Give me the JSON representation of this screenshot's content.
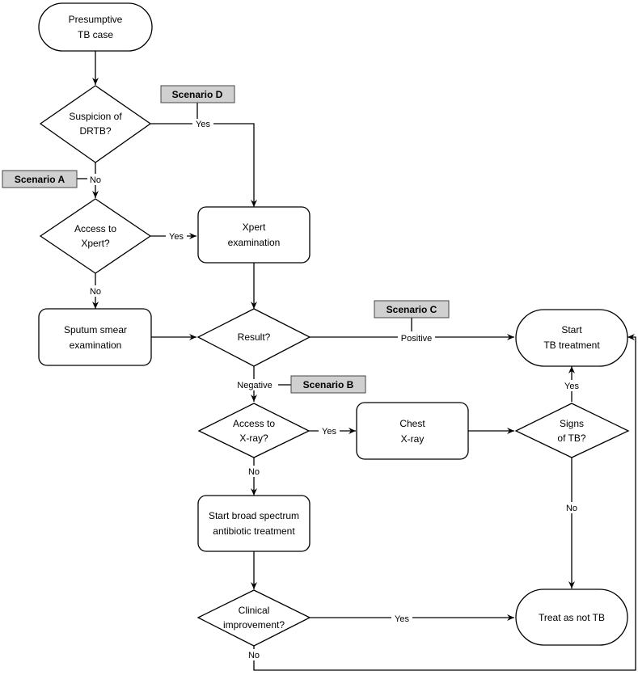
{
  "nodes": {
    "presumptive": [
      "Presumptive",
      "TB case"
    ],
    "suspicion": [
      "Suspicion of",
      "DRTB?"
    ],
    "access_xpert": [
      "Access to",
      "Xpert?"
    ],
    "xpert_exam": [
      "Xpert",
      "examination"
    ],
    "sputum": [
      "Sputum smear",
      "examination"
    ],
    "result": [
      "Result?"
    ],
    "start_tb": [
      "Start",
      "TB treatment"
    ],
    "access_xray": [
      "Access to",
      "X-ray?"
    ],
    "chest_xray": [
      "Chest",
      "X-ray"
    ],
    "signs_tb": [
      "Signs",
      "of TB?"
    ],
    "broad_spectrum": [
      "Start broad spectrum",
      "antibiotic treatment"
    ],
    "clinical": [
      "Clinical",
      "improvement?"
    ],
    "treat_not_tb": [
      "Treat as not TB"
    ]
  },
  "edge_labels": {
    "suspicion_yes": "Yes",
    "suspicion_no": "No",
    "xpert_yes": "Yes",
    "xpert_no": "No",
    "result_positive": "Positive",
    "result_negative": "Negative",
    "xray_yes": "Yes",
    "xray_no": "No",
    "signs_yes": "Yes",
    "signs_no": "No",
    "clinical_yes": "Yes",
    "clinical_no": "No"
  },
  "scenarios": {
    "a": "Scenario A",
    "b": "Scenario B",
    "c": "Scenario C",
    "d": "Scenario D"
  }
}
